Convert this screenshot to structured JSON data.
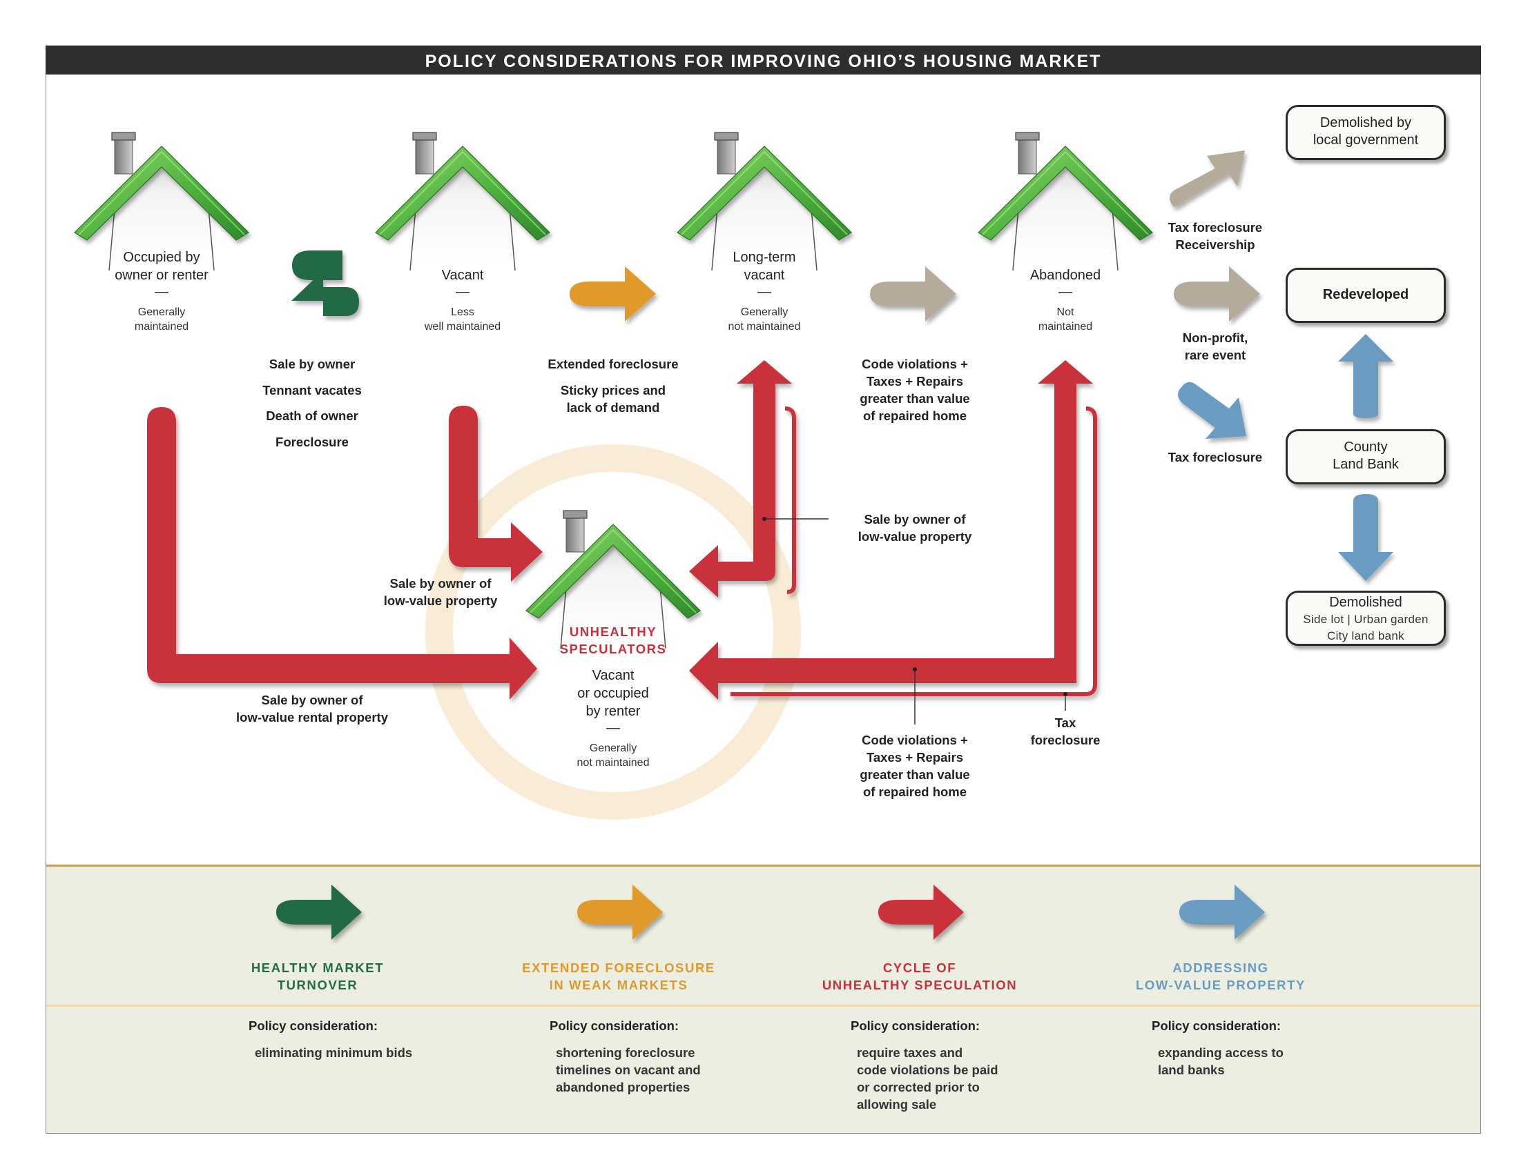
{
  "title": "POLICY CONSIDERATIONS FOR IMPROVING OHIO’S HOUSING MARKET",
  "colors": {
    "green": "#236b44",
    "orange": "#e09a2c",
    "red": "#c9303a",
    "blue": "#6a9cc2",
    "tan": "#b4ab9a",
    "roof": "#4fb33f",
    "halo": "#f9ecd6"
  },
  "houses": {
    "occupied": {
      "title": "Occupied by\nowner or renter",
      "dash": "—",
      "sub": "Generally\nmaintained"
    },
    "vacant": {
      "title": "Vacant",
      "dash": "—",
      "sub": "Less\nwell maintained"
    },
    "longterm": {
      "title": "Long-term\nvacant",
      "dash": "—",
      "sub": "Generally\nnot maintained"
    },
    "abandoned": {
      "title": "Abandoned",
      "dash": "—",
      "sub": "Not\nmaintained"
    },
    "speculators": {
      "heading": "UNHEALTHY\nSPECULATORS",
      "title": "Vacant\nor occupied\nby renter",
      "dash": "—",
      "sub": "Generally\nnot maintained"
    }
  },
  "labels": {
    "healthy_1": "Sale by owner",
    "healthy_2": "Tennant vacates",
    "healthy_3": "Death of owner",
    "healthy_4": "Foreclosure",
    "extended": "Extended foreclosure",
    "sticky": "Sticky prices and\nlack of demand",
    "code_top": "Code violations +\nTaxes + Repairs\ngreater than value\nof repaired home",
    "tax_receivership": "Tax foreclosure\nReceivership",
    "nonprofit": "Non-profit,\nrare event",
    "tax_foreclosure_blue": "Tax foreclosure",
    "sale_lowvalue_right": "Sale by owner of\nlow-value property",
    "sale_lowvalue_left": "Sale by owner of\nlow-value property",
    "sale_rental": "Sale by owner of\nlow-value rental property",
    "code_bottom": "Code violations +\nTaxes + Repairs\ngreater than value\nof repaired home",
    "tax_foreclosure_red": "Tax\nforeclosure"
  },
  "outcomes": {
    "demolished_gov": "Demolished by\nlocal government",
    "redeveloped": "Redeveloped",
    "land_bank": "County\nLand Bank",
    "demolished": "Demolished",
    "demolished_sub": "Side lot | Urban garden\nCity land bank"
  },
  "legend": [
    {
      "title": "HEALTHY MARKET\nTURNOVER",
      "heading": "Policy consideration:",
      "text": "eliminating minimum bids",
      "color": "#236b44"
    },
    {
      "title": "EXTENDED FORECLOSURE\nIN WEAK MARKETS",
      "heading": "Policy consideration:",
      "text": "shortening foreclosure\ntimelines on vacant and\nabandoned properties",
      "color": "#e09a2c"
    },
    {
      "title": "CYCLE OF\nUNHEALTHY SPECULATION",
      "heading": "Policy consideration:",
      "text": "require taxes and\ncode violations be paid\nor corrected prior to\nallowing sale",
      "color": "#c9303a"
    },
    {
      "title": "ADDRESSING\nLOW-VALUE PROPERTY",
      "heading": "Policy consideration:",
      "text": "expanding access to\nland banks",
      "color": "#6a9cc2"
    }
  ]
}
